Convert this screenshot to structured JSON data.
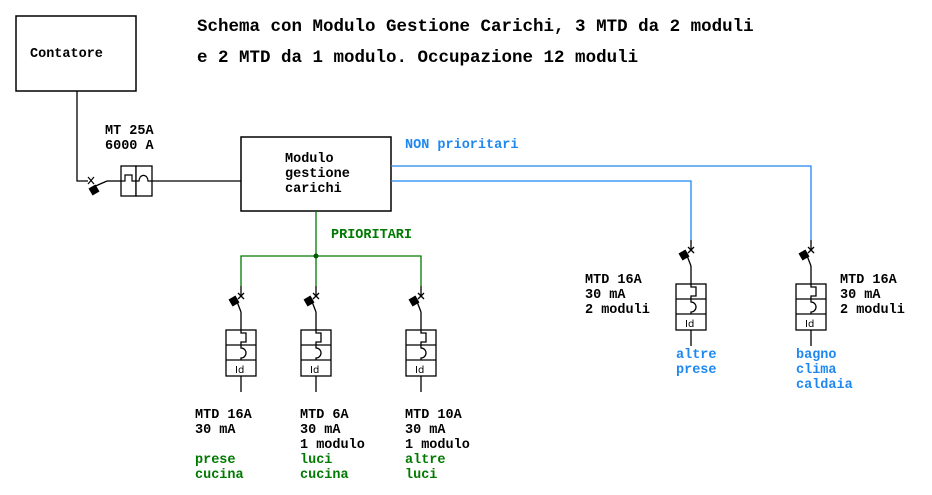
{
  "title": {
    "line1": "Schema con Modulo Gestione Carichi, 3 MTD da 2 moduli",
    "line2": "e 2 MTD da 1 modulo. Occupazione 12 moduli"
  },
  "meter": {
    "label": "Contatore"
  },
  "main_breaker": {
    "line1": "MT 25A",
    "line2": "6000 A"
  },
  "load_manager": {
    "line1": "Modulo",
    "line2": "gestione",
    "line3": "carichi"
  },
  "branches": {
    "priority_label": "PRIORITARI",
    "non_priority_label": "NON prioritari"
  },
  "colors": {
    "priority": "#007a00",
    "non_priority": "#1e88f0",
    "wiring": "#000000"
  },
  "priority_breakers": [
    {
      "rating": "MTD 16A",
      "sensitivity": "30 mA",
      "modules": "",
      "use_line1": "prese",
      "use_line2": "cucina"
    },
    {
      "rating": "MTD 6A",
      "sensitivity": "30 mA",
      "modules": "1 modulo",
      "use_line1": "luci",
      "use_line2": "cucina"
    },
    {
      "rating": "MTD 10A",
      "sensitivity": "30 mA",
      "modules": "1 modulo",
      "use_line1": "altre",
      "use_line2": "luci"
    }
  ],
  "non_priority_breakers": [
    {
      "rating": "MTD 16A",
      "sensitivity": "30 mA",
      "modules": "2 moduli",
      "use_line1": "altre",
      "use_line2": "prese",
      "use_line3": ""
    },
    {
      "rating": "MTD 16A",
      "sensitivity": "30 mA",
      "modules": "2 moduli",
      "use_line1": "bagno",
      "use_line2": "clima",
      "use_line3": "caldaia"
    }
  ],
  "symbol_text": {
    "differential": "Id"
  }
}
